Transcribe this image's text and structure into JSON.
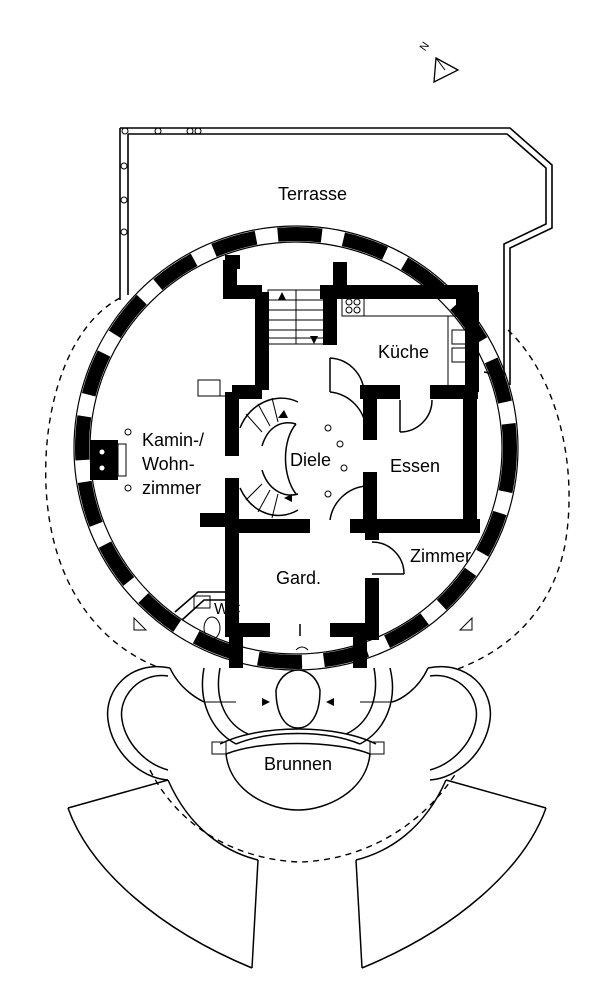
{
  "rooms": {
    "terrasse": "Terrasse",
    "kueche": "Küche",
    "kamin_line1": "Kamin-/",
    "kamin_line2": "Wohn-",
    "kamin_line3": "zimmer",
    "diele": "Diele",
    "essen": "Essen",
    "zimmer": "Zimmer",
    "gard": "Gard.",
    "wc": "WC",
    "brunnen": "Brunnen"
  },
  "compass": {
    "label": "N"
  }
}
